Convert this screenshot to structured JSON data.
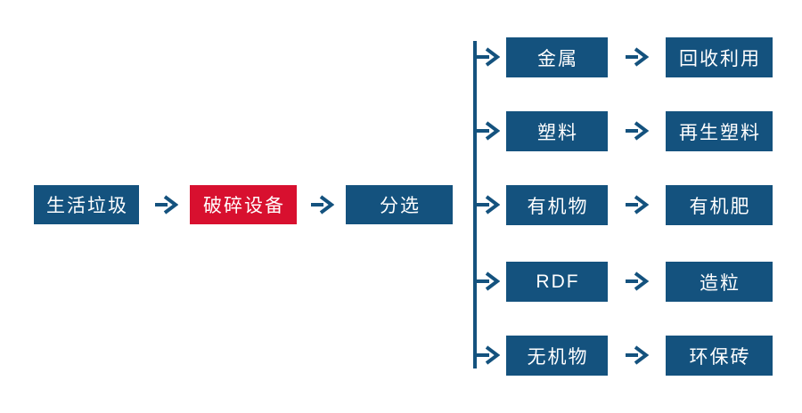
{
  "colors": {
    "primary_blue": "#14527e",
    "highlight_red": "#d8102f",
    "box_text": "#ffffff",
    "background": "#ffffff"
  },
  "flow": {
    "source_label": "生活垃圾",
    "crusher_label": "破碎设备",
    "sorting_label": "分选",
    "branches": [
      {
        "material": "金属",
        "product": "回收利用"
      },
      {
        "material": "塑料",
        "product": "再生塑料"
      },
      {
        "material": "有机物",
        "product": "有机肥"
      },
      {
        "material": "RDF",
        "product": "造粒"
      },
      {
        "material": "无机物",
        "product": "环保砖"
      }
    ]
  }
}
